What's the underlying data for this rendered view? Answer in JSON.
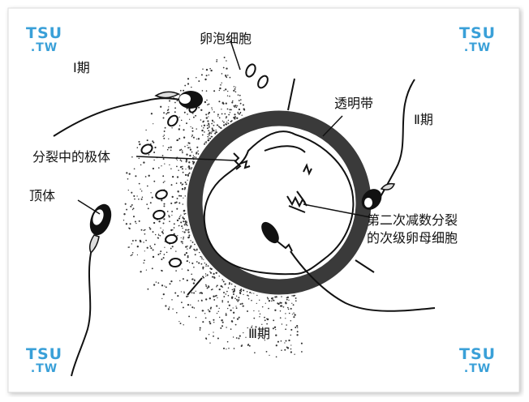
{
  "labels": {
    "stage1": "Ⅰ期",
    "stage2": "Ⅱ期",
    "stage3": "Ⅲ期",
    "follicle_cells": "卵泡细胞",
    "zona_pellucida": "透明带",
    "dividing_polar_body": "分裂中的极体",
    "acrosome": "顶体",
    "secondary_oocyte_line1": "第二次减数分裂",
    "secondary_oocyte_line2": "的次级卵母细胞"
  },
  "watermark": {
    "line1": "TSU",
    "line2": ".TW"
  },
  "colors": {
    "watermark": "#3aa0d8",
    "ink": "#111111",
    "frame_shadow": "#c8c8c8"
  }
}
